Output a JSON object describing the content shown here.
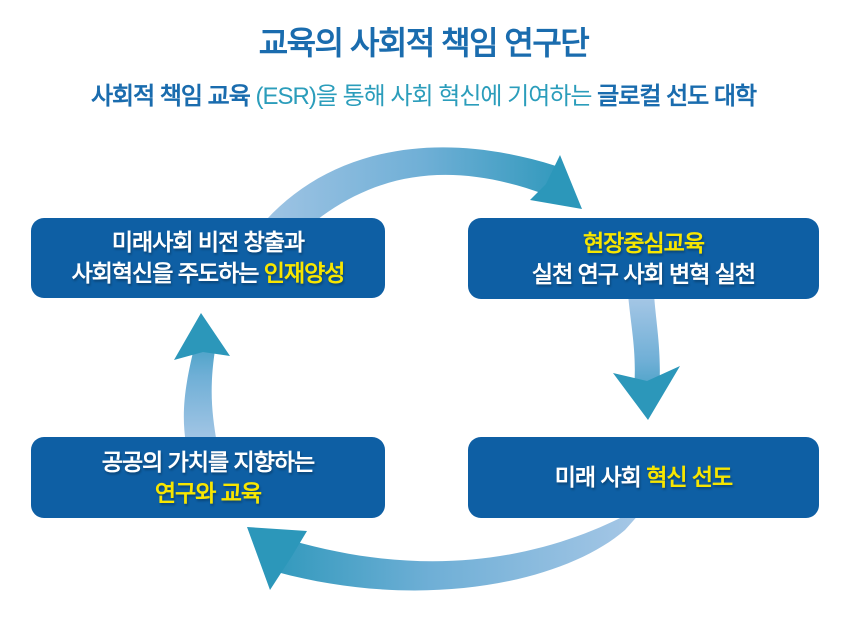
{
  "header": {
    "title": "교육의 사회적 책임 연구단",
    "subtitle": {
      "bold_1": "사회적 책임 교육",
      "regular": " (ESR)을 통해 사회 혁신에 기여하는 ",
      "bold_2": "글로컬 선도 대학"
    }
  },
  "cycle": {
    "boxes": {
      "top_left": {
        "line1": "미래사회 비전 창출과",
        "line2_white": "사회혁신을 주도하는 ",
        "line2_accent": "인재양성"
      },
      "top_right": {
        "line1_accent": "현장중심교육",
        "line2": "실천 연구 사회 변혁 실천"
      },
      "bottom_right": {
        "line1_white": "미래 사회 ",
        "line1_accent": "혁신 선도"
      },
      "bottom_left": {
        "line1": "공공의 가치를 지향하는",
        "line2_accent": "연구와 교육"
      }
    },
    "arrows": [
      {
        "name": "top",
        "direction": "left-to-right"
      },
      {
        "name": "right",
        "direction": "top-to-bottom"
      },
      {
        "name": "bottom",
        "direction": "right-to-left"
      },
      {
        "name": "left",
        "direction": "bottom-to-top"
      }
    ]
  },
  "colors": {
    "title_blue": "#1a6cae",
    "subtitle_teal": "#2b9dbb",
    "box_blue": "#0e5fa4",
    "box_text_white": "#ffffff",
    "box_text_yellow": "#f7e600",
    "arrow_light": "#a6c7e6",
    "arrow_mid": "#6fafd6",
    "arrow_dark": "#2c97ba",
    "arrow_head": "#2c97ba"
  }
}
